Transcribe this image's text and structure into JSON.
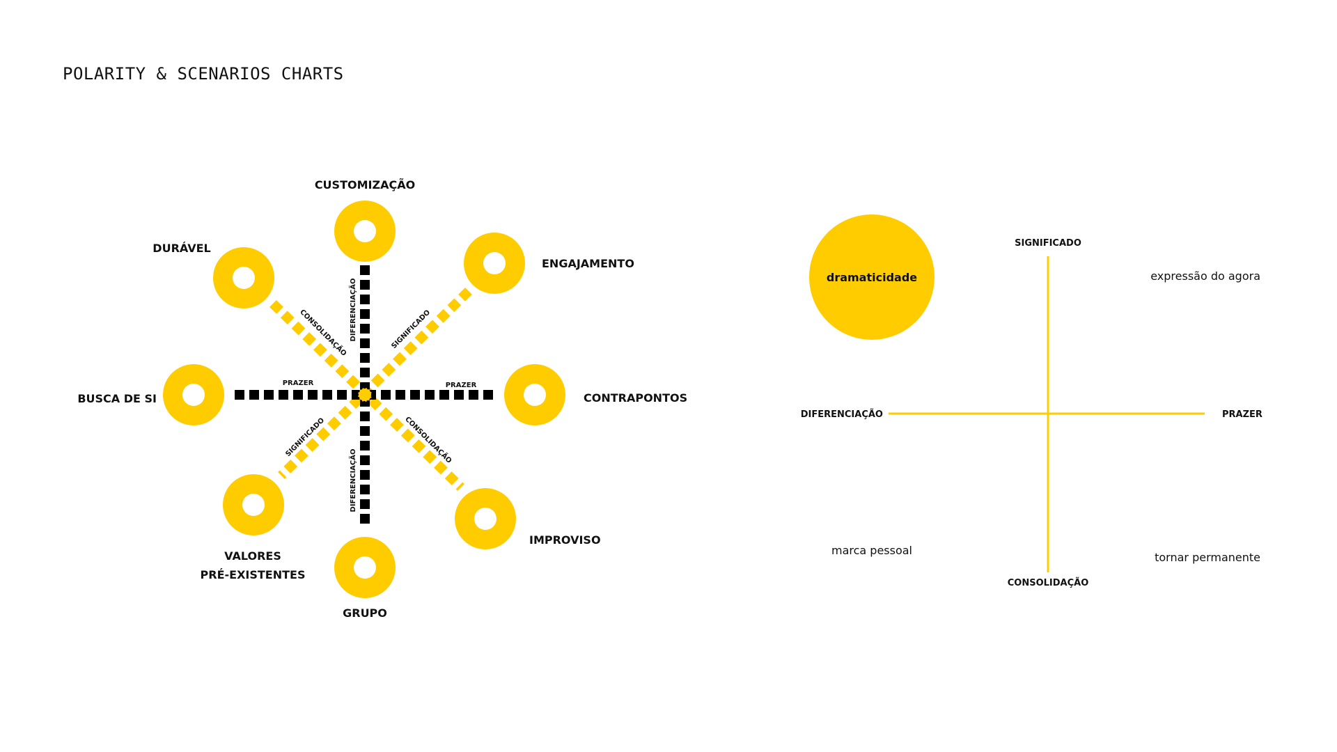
{
  "title": "POLARITY & SCENARIOS CHARTS",
  "colors": {
    "accent": "#FFCC00",
    "ink": "#000000"
  },
  "polarity_chart": {
    "poles": {
      "top": "CUSTOMIZAÇÃO",
      "top_left": "DURÁVEL",
      "top_right": "ENGAJAMENTO",
      "left": "BUSCA DE SI",
      "right": "CONTRAPONTOS",
      "bottom_left_line1": "VALORES",
      "bottom_left_line2": "PRÉ-EXISTENTES",
      "bottom": "GRUPO",
      "bottom_right": "IMPROVISO"
    },
    "axes": {
      "diferenciacao": "DIFERENCIAÇÃO",
      "significado": "SIGNIFICADO",
      "consolidacao": "CONSOLIDAÇÃO",
      "prazer": "PRAZER"
    }
  },
  "scenarios_chart": {
    "axis_top": "SIGNIFICADO",
    "axis_bottom": "CONSOLIDAÇÃO",
    "axis_left": "DIFERENCIAÇÃO",
    "axis_right": "PRAZER",
    "highlight": "dramaticidade",
    "top_right": "expressão do agora",
    "bottom_left": "marca pessoal",
    "bottom_right": "tornar permanente"
  }
}
